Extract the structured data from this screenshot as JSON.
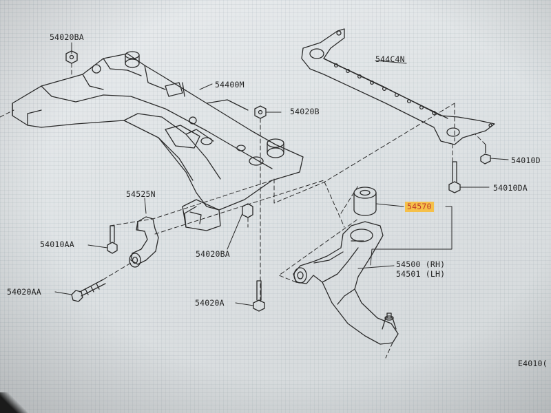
{
  "labels": {
    "p54020BA_top": "54020BA",
    "p54400M": "54400M",
    "p544C4N": "544C4N",
    "p54020B": "54020B",
    "p54010D": "54010D",
    "p54010DA": "54010DA",
    "p54525N": "54525N",
    "p54570": "54570",
    "p54010AA": "54010AA",
    "p54020BA_mid": "54020BA",
    "p54500": "54500 (RH)",
    "p54501": "54501 (LH)",
    "p54020AA": "54020AA",
    "p54020A": "54020A",
    "figure_code": "E4010("
  },
  "colors": {
    "highlight": "#f5c04a",
    "highlight_text": "#c0392b",
    "line": "#2a2a2a"
  }
}
